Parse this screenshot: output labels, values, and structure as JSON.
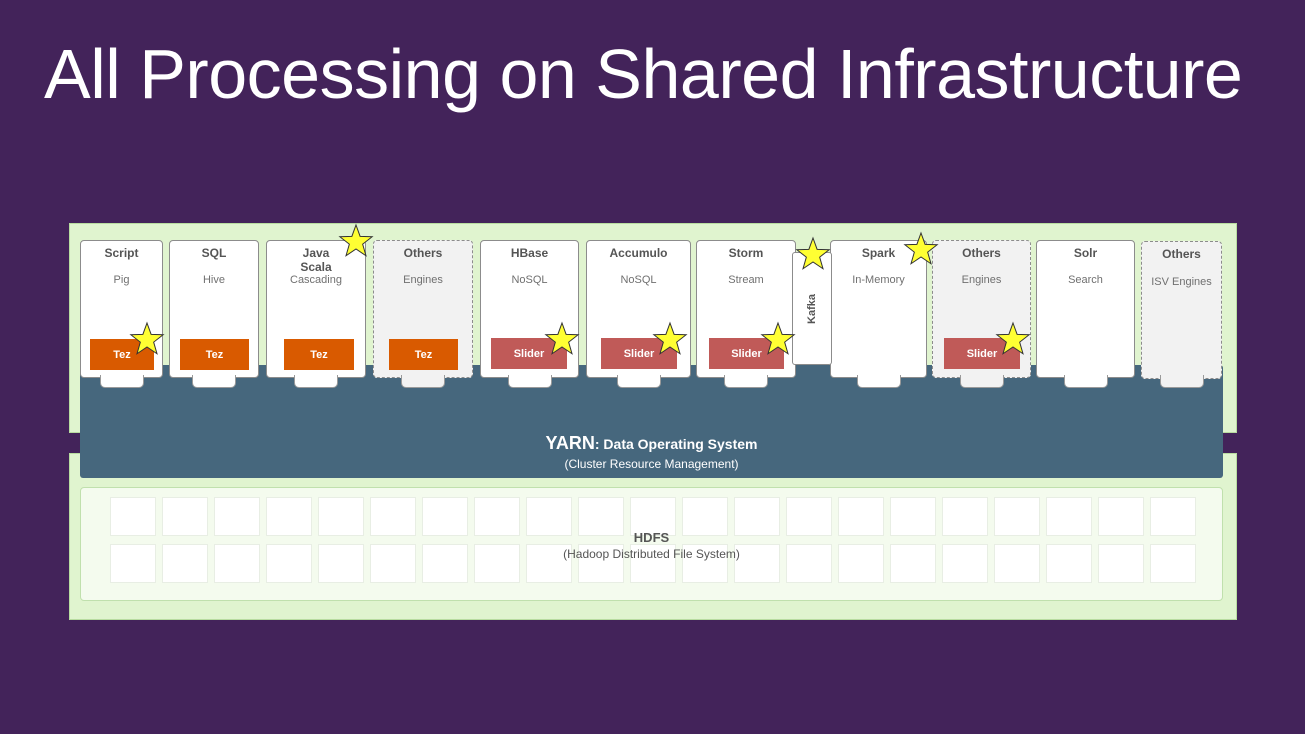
{
  "title": "All Processing on Shared Infrastructure",
  "engines": [
    {
      "name": "Script",
      "sub": "Pig",
      "tag": "Tez",
      "tag_type": "tez"
    },
    {
      "name": "SQL",
      "sub": "Hive",
      "tag": "Tez",
      "tag_type": "tez"
    },
    {
      "name": "Java\nScala",
      "sub": "Cascading",
      "tag": "Tez",
      "tag_type": "tez"
    },
    {
      "name": "Others",
      "sub": "Engines",
      "tag": "Tez",
      "tag_type": "tez"
    },
    {
      "name": "HBase",
      "sub": "NoSQL",
      "tag": "Slider",
      "tag_type": "slider"
    },
    {
      "name": "Accumulo",
      "sub": "NoSQL",
      "tag": "Slider",
      "tag_type": "slider"
    },
    {
      "name": "Storm",
      "sub": "Stream",
      "tag": "Slider",
      "tag_type": "slider"
    },
    {
      "name": "Spark",
      "sub": "In-Memory",
      "tag": "",
      "tag_type": ""
    },
    {
      "name": "Others",
      "sub": "Engines",
      "tag": "Slider",
      "tag_type": "slider"
    },
    {
      "name": "Solr",
      "sub": "Search",
      "tag": "",
      "tag_type": ""
    },
    {
      "name": "Others",
      "sub": "ISV Engines",
      "tag": "",
      "tag_type": ""
    }
  ],
  "kafka": "Kafka",
  "yarn": {
    "name": "YARN",
    "title_rest": ": Data Operating System",
    "subtitle": "(Cluster Resource Management)"
  },
  "hdfs": {
    "title": "HDFS",
    "subtitle": "(Hadoop Distributed File System)"
  },
  "colors": {
    "background": "#43235a",
    "panel": "#e0f4cf",
    "yarn": "#46677d",
    "tez": "#d95a00",
    "slider": "#c05a58",
    "star": "#ffff33"
  },
  "icons": {
    "star": "star-icon"
  }
}
